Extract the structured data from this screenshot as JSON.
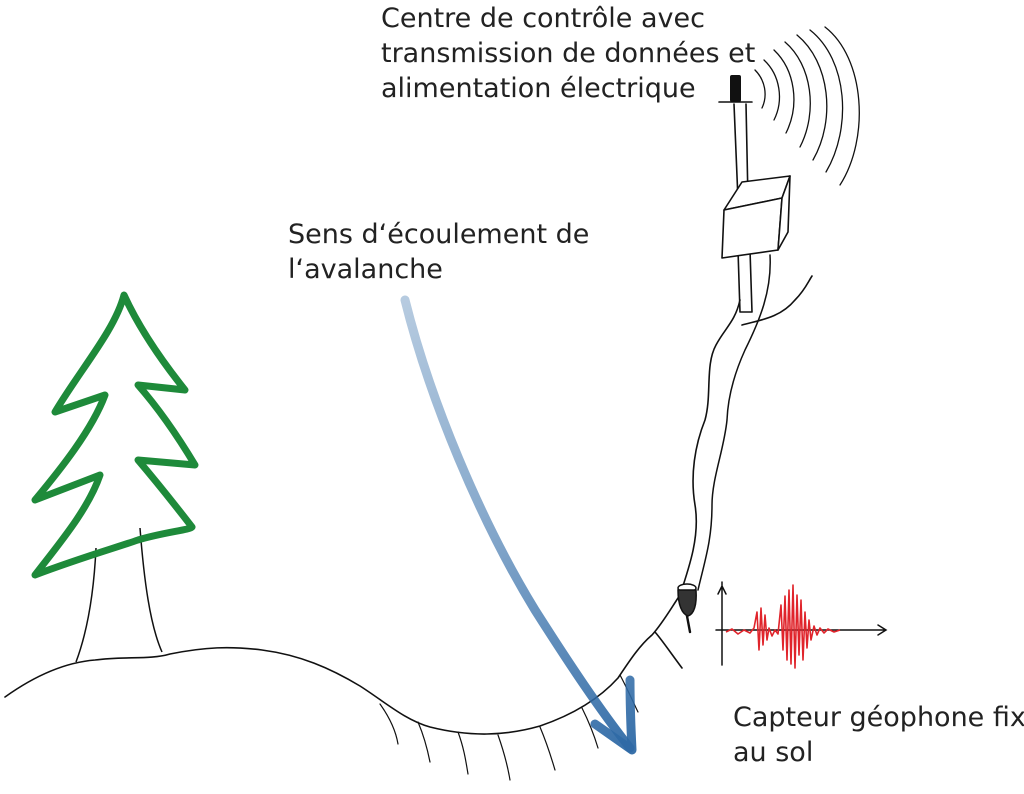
{
  "labels": {
    "control_center": {
      "lines": [
        "Centre de contrôle avec",
        "transmission de données et",
        "alimentation électrique"
      ]
    },
    "flow_direction": {
      "lines": [
        "Sens d‘écoulement de",
        "l‘avalanche"
      ]
    },
    "sensor": {
      "lines": [
        "Capteur géophone fixé",
        "au sol"
      ]
    }
  },
  "colors": {
    "ink": "#111111",
    "tree": "#1e8a3a",
    "arrow": "#2f6aa6",
    "signal": "#e0242b"
  },
  "icons": [
    "fir-tree-icon",
    "antenna-icon",
    "control-box-icon",
    "geophone-icon",
    "seismic-signal-icon"
  ]
}
